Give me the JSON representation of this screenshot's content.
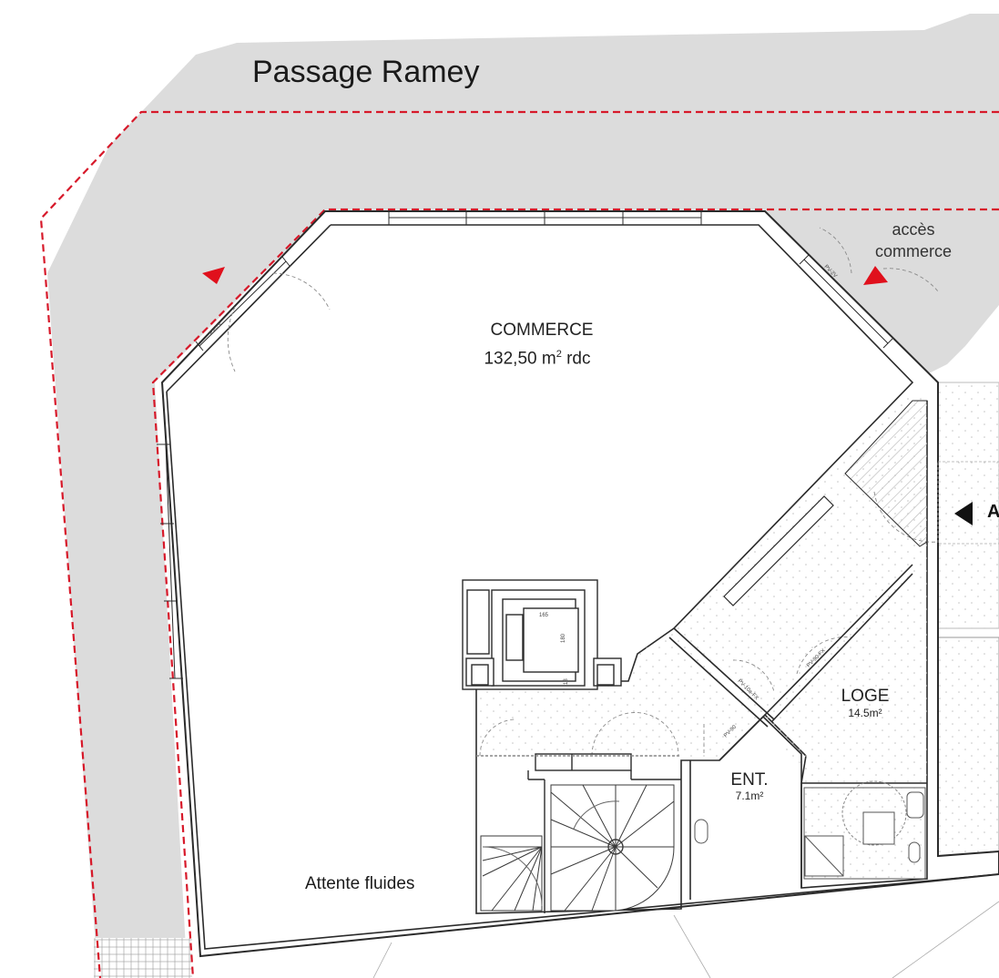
{
  "street_name": "Passage Ramey",
  "commerce": {
    "name": "COMMERCE",
    "area": "132,50 m",
    "area_sup": "2",
    "area_suffix": " rdc"
  },
  "access_label": {
    "line1": "accès",
    "line2": "commerce"
  },
  "loge": {
    "name": "LOGE",
    "area": "14.5m²"
  },
  "ent": {
    "name": "ENT.",
    "area": "7.1m²"
  },
  "attente_label": "Attente fluides",
  "edge_letter": "A",
  "door_tags": [
    "PV-2V",
    "PV-2V",
    "PV-10a-FX",
    "PV-90",
    "PV-90-FX",
    "165",
    "180",
    "18"
  ],
  "colors": {
    "street": "#dcdcdc",
    "boundary": "#d7192a",
    "wall": "#2b2b2b",
    "hatch": "#bdbdbd",
    "arrow": "#e0101c"
  }
}
